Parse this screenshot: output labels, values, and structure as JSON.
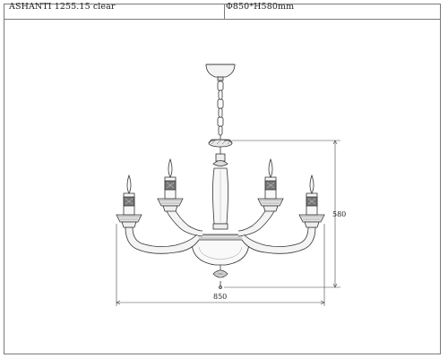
{
  "header": {
    "model": "ASHANTI 1255.15 clear",
    "dimensions": "Φ850*H580mm"
  },
  "dimensions": {
    "width_label": "850",
    "height_label": "580"
  }
}
